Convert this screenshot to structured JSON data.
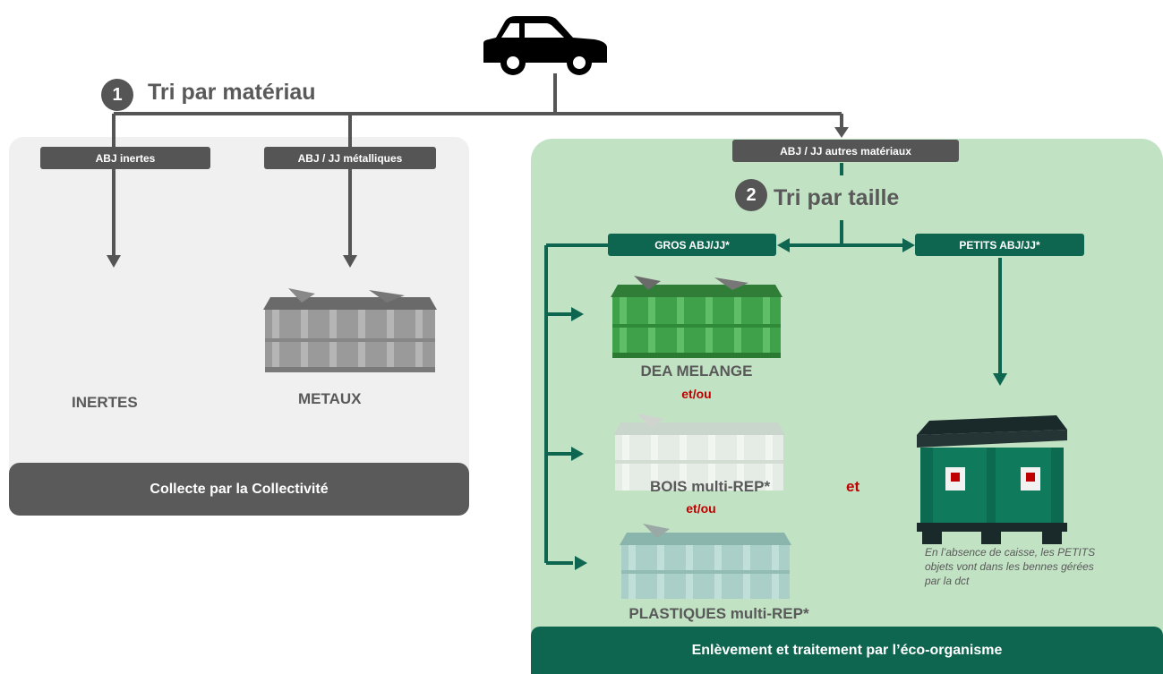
{
  "step1": {
    "number": "1",
    "label": "Tri par matériau"
  },
  "step2": {
    "number": "2",
    "label": "Tri par taille"
  },
  "tags": {
    "inertes": "ABJ inertes",
    "metalliques": "ABJ / JJ métalliques",
    "autres": "ABJ / JJ autres matériaux",
    "gros": "GROS ABJ/JJ*",
    "petits": "PETITS ABJ/JJ*"
  },
  "bins": {
    "inertes": "INERTES",
    "metaux": "METAUX",
    "dea": "DEA MELANGE",
    "bois": "BOIS multi-REP*",
    "plastiques": "PLASTIQUES multi-REP*"
  },
  "conjunctions": {
    "etou1": "et/ou",
    "etou2": "et/ou",
    "et": "et"
  },
  "note": "En l’absence de caisse, les PETITS objets vont dans les bennes gérées par la dct",
  "footers": {
    "left": "Collecte par la Collectivité",
    "right": "Enlèvement et traitement par l’éco-organisme"
  },
  "icons": {
    "vehicle": "car-icon"
  },
  "colors": {
    "grey_panel": "#f0f0f0",
    "green_panel": "#c2e2c4",
    "dark_grey": "#555555",
    "dark_green": "#0f6650",
    "accent_red": "#c00000"
  }
}
